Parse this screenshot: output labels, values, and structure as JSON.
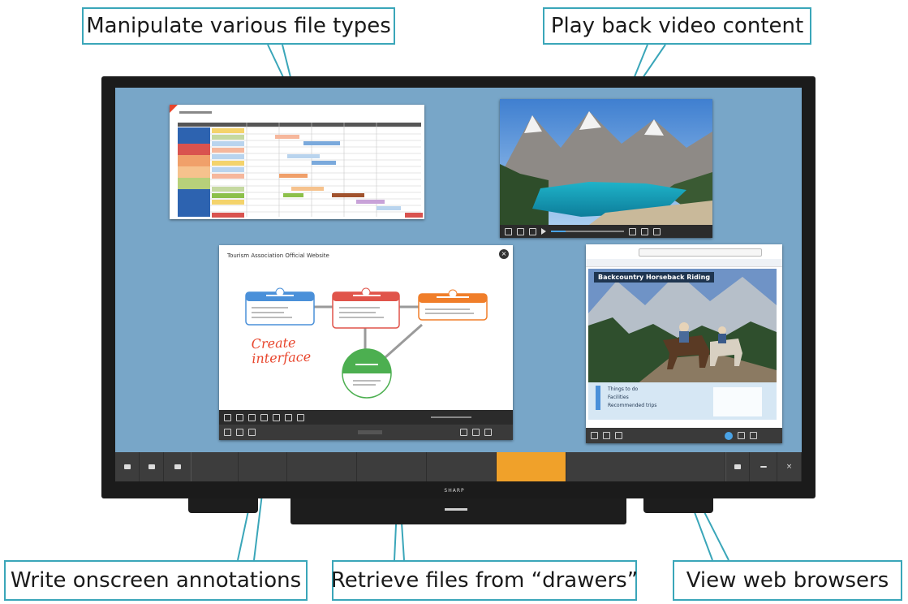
{
  "callouts": {
    "file_types": "Manipulate various file types",
    "video": "Play back video content",
    "annotations": "Write onscreen annotations",
    "drawers": "Retrieve files from “drawers”",
    "web": "View web browsers"
  },
  "display": {
    "brand": "SHARP"
  },
  "mindmap": {
    "title": "Tourism Association Official Website",
    "handwriting": [
      "Create",
      "interface"
    ]
  },
  "browser": {
    "banner": "Backcountry Horseback Riding",
    "links": [
      "Things to do",
      "Facilities",
      "Recommended trips"
    ]
  },
  "colors": {
    "callout_border": "#3aa6b9",
    "screen_bg": "#78a6c8",
    "drawer_active": "#f0a12a",
    "handwriting": "#e8452c"
  }
}
